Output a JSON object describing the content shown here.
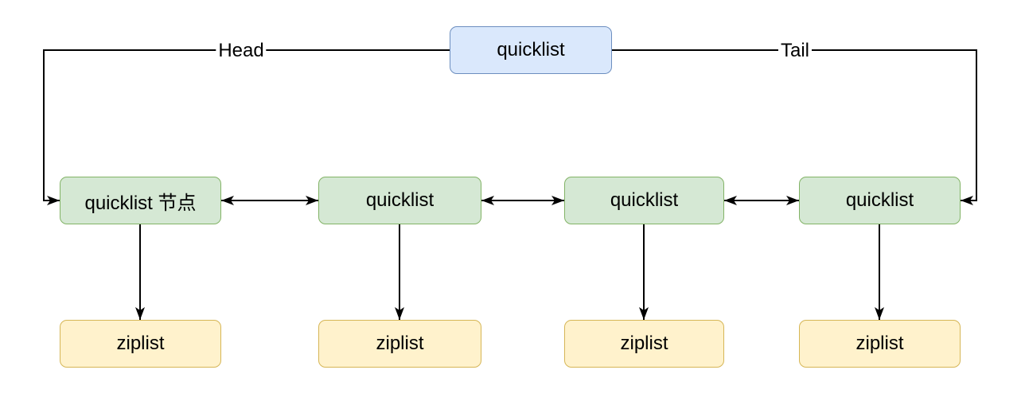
{
  "diagram": {
    "root": {
      "label": "quicklist"
    },
    "edges": {
      "head_label": "Head",
      "tail_label": "Tail"
    },
    "nodes": [
      {
        "label": "quicklist 节点"
      },
      {
        "label": "quicklist"
      },
      {
        "label": "quicklist"
      },
      {
        "label": "quicklist"
      }
    ],
    "leaves": [
      {
        "label": "ziplist"
      },
      {
        "label": "ziplist"
      },
      {
        "label": "ziplist"
      },
      {
        "label": "ziplist"
      }
    ],
    "colors": {
      "root_fill": "#dae8fc",
      "root_stroke": "#6c8ebf",
      "node_fill": "#d5e8d4",
      "node_stroke": "#82b366",
      "leaf_fill": "#fff2cc",
      "leaf_stroke": "#d6b656",
      "connector": "#000000",
      "text": "#000000",
      "background": "#ffffff"
    }
  }
}
